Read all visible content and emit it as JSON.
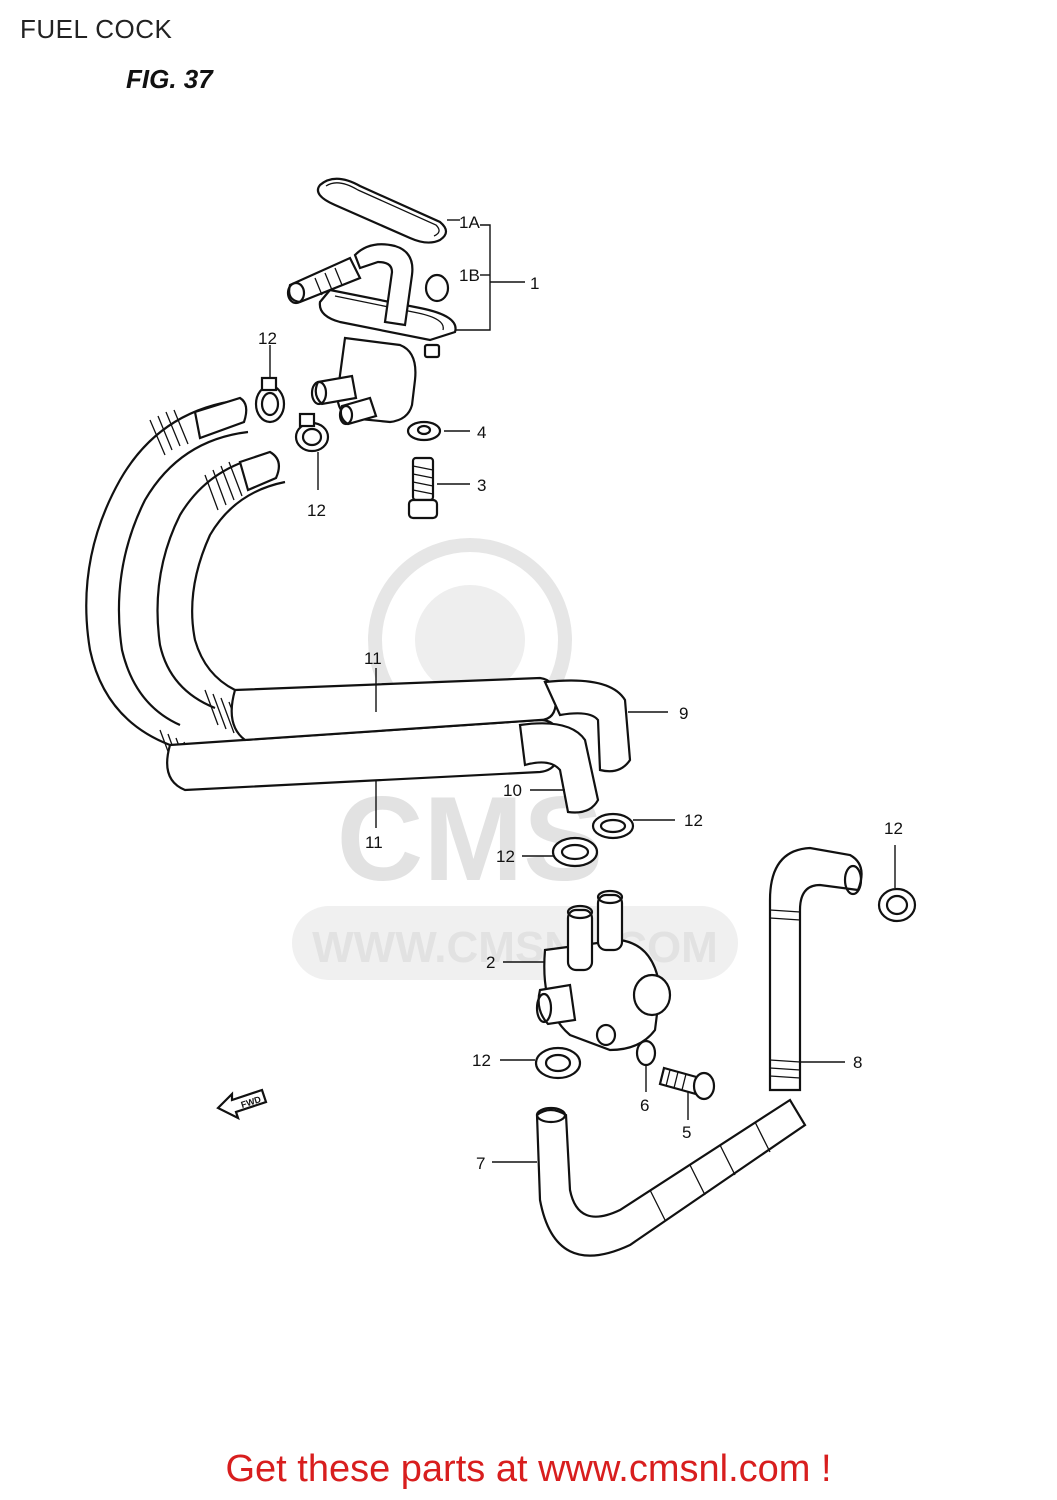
{
  "header": {
    "title": "FUEL COCK",
    "figure": "FIG. 37"
  },
  "watermark": {
    "brand": "CMS",
    "url": "WWW.CMSNL.COM"
  },
  "fwd_label": "FWD",
  "callouts": [
    {
      "id": "1A",
      "text": "1A"
    },
    {
      "id": "1B",
      "text": "1B"
    },
    {
      "id": "1",
      "text": "1"
    },
    {
      "id": "12a",
      "text": "12"
    },
    {
      "id": "4",
      "text": "4"
    },
    {
      "id": "3",
      "text": "3"
    },
    {
      "id": "12b",
      "text": "12"
    },
    {
      "id": "11a",
      "text": "11"
    },
    {
      "id": "9",
      "text": "9"
    },
    {
      "id": "10",
      "text": "10"
    },
    {
      "id": "11b",
      "text": "11"
    },
    {
      "id": "12c",
      "text": "12"
    },
    {
      "id": "12d",
      "text": "12"
    },
    {
      "id": "12e",
      "text": "12"
    },
    {
      "id": "2",
      "text": "2"
    },
    {
      "id": "8",
      "text": "8"
    },
    {
      "id": "12f",
      "text": "12"
    },
    {
      "id": "6",
      "text": "6"
    },
    {
      "id": "5",
      "text": "5"
    },
    {
      "id": "7",
      "text": "7"
    }
  ],
  "footer": {
    "promo": "Get these parts at www.cmsnl.com !",
    "promo_color": "#d81e1e"
  }
}
